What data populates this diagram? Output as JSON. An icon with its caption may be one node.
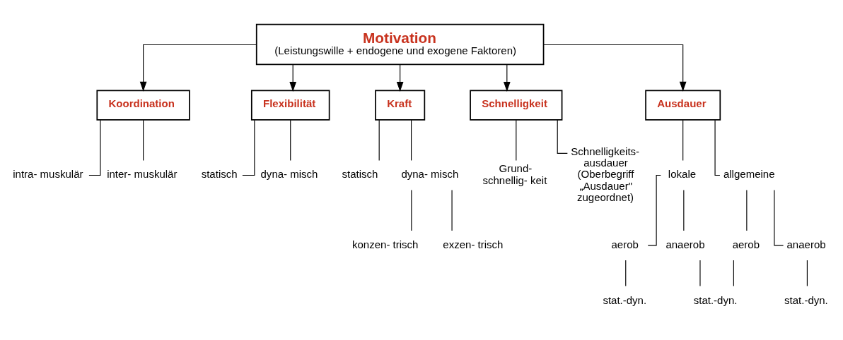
{
  "diagram": {
    "nodes": [
      {
        "text": [
          "Motivation",
          "(Leistungswille + endogene und exogene Faktoren)"
        ]
      },
      {
        "text": [
          "Koordination"
        ]
      },
      {
        "text": [
          "Flexibilität"
        ]
      },
      {
        "text": [
          "Kraft"
        ]
      },
      {
        "text": [
          "Schnelligkeit"
        ]
      },
      {
        "text": [
          "Ausdauer"
        ]
      },
      {
        "text": [
          "intra- muskulär"
        ]
      },
      {
        "text": [
          "inter- muskulär"
        ]
      },
      {
        "text": [
          "statisch"
        ]
      },
      {
        "text": [
          "dyna- misch"
        ]
      },
      {
        "text": [
          "statisch"
        ]
      },
      {
        "text": [
          "dyna- misch"
        ]
      },
      {
        "text": [
          "konzen- trisch"
        ]
      },
      {
        "text": [
          "exzen- trisch"
        ]
      },
      {
        "text": [
          "Grund- schnellig- keit"
        ]
      },
      {
        "text": [
          "Schnelligkeits- ausdauer (Oberbegriff „Ausdauer\" zugeordnet)"
        ]
      },
      {
        "text": [
          "lokale"
        ]
      },
      {
        "text": [
          "allgemeine"
        ]
      },
      {
        "text": [
          "aerob"
        ]
      },
      {
        "text": [
          "anaerob"
        ]
      },
      {
        "text": [
          "aerob"
        ]
      },
      {
        "text": [
          "anaerob"
        ]
      },
      {
        "text": [
          "stat.-dyn."
        ]
      },
      {
        "text": [
          "stat.-dyn."
        ]
      },
      {
        "text": [
          "stat.-dyn."
        ]
      }
    ],
    "edges": [
      {
        "from": 0,
        "to": 1,
        "arrow": "to"
      },
      {
        "from": 0,
        "to": 2,
        "arrow": "to"
      },
      {
        "from": 0,
        "to": 3,
        "arrow": "to"
      },
      {
        "from": 0,
        "to": 4,
        "arrow": "to"
      },
      {
        "from": 0,
        "to": 5,
        "arrow": "to"
      },
      {
        "from": 1,
        "to": 6,
        "arrow": "none"
      },
      {
        "from": 1,
        "to": 7,
        "arrow": "none"
      },
      {
        "from": 2,
        "to": 8,
        "arrow": "none"
      },
      {
        "from": 2,
        "to": 9,
        "arrow": "none"
      },
      {
        "from": 3,
        "to": 10,
        "arrow": "none"
      },
      {
        "from": 3,
        "to": 11,
        "arrow": "none"
      },
      {
        "from": 11,
        "to": 12,
        "arrow": "none"
      },
      {
        "from": 11,
        "to": 13,
        "arrow": "none"
      },
      {
        "from": 4,
        "to": 14,
        "arrow": "none"
      },
      {
        "from": 4,
        "to": 15,
        "arrow": "none"
      },
      {
        "from": 5,
        "to": 16,
        "arrow": "none"
      },
      {
        "from": 5,
        "to": 17,
        "arrow": "none"
      },
      {
        "from": 16,
        "to": 18,
        "arrow": "none"
      },
      {
        "from": 16,
        "to": 19,
        "arrow": "none"
      },
      {
        "from": 17,
        "to": 20,
        "arrow": "none"
      },
      {
        "from": 17,
        "to": 21,
        "arrow": "none"
      },
      {
        "from": 18,
        "to": 22,
        "arrow": "none"
      },
      {
        "from": 19,
        "to": 23,
        "arrow": "none"
      },
      {
        "from": 20,
        "to": 23,
        "arrow": "none"
      },
      {
        "from": 21,
        "to": 24,
        "arrow": "none"
      }
    ]
  }
}
